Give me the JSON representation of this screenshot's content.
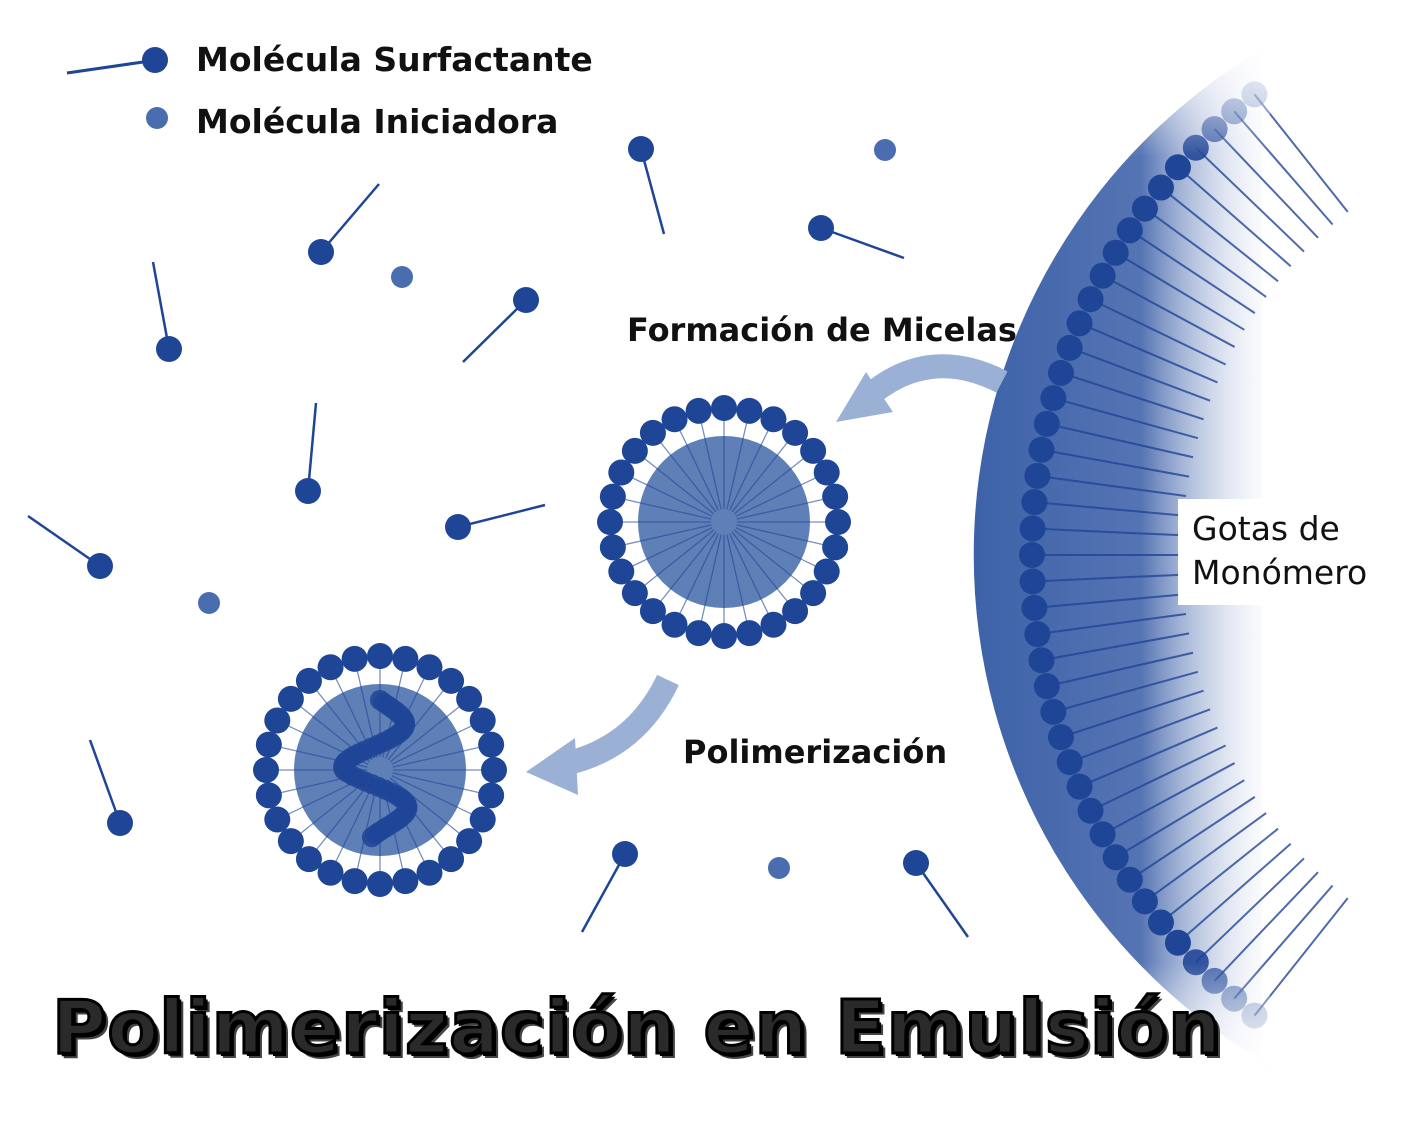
{
  "title": "Polimerización en Emulsión",
  "legend": {
    "surfactant": "Molécula Surfactante",
    "initiator": "Molécula Iniciadora"
  },
  "labels": {
    "micelle_formation": "Formación de Micelas",
    "polymerization": "Polimerización",
    "monomer_droplets": "Gotas de Monómero"
  },
  "colors": {
    "molecule": "#1f4597",
    "initiator": "#4a6db0",
    "core": "#5f80b7",
    "arrow": "#9bb0d5",
    "text": "#111111"
  }
}
